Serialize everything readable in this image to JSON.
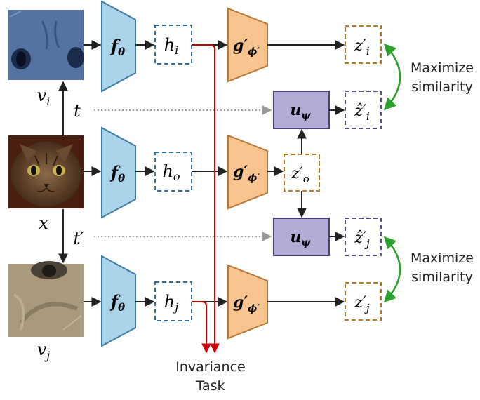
{
  "colors": {
    "encoder_fill": "#a9d4ea",
    "encoder_stroke": "#3e7da3",
    "projector_fill": "#f7c48f",
    "projector_stroke": "#b57633",
    "predictor_fill": "#b3aad6",
    "predictor_stroke": "#4b3f7f",
    "rep_dash": "#2f6f9a",
    "proj_dash": "#b97a1f",
    "pred_dash": "#5a4d8a",
    "invariance_arrow": "#cc0000",
    "similarity_arrow": "#2aa12a",
    "transform_arrow": "#999999",
    "arrow": "#222222"
  },
  "icons": {
    "view_i": "cat-closeup-blue-tint-image",
    "original": "cat-face-photo",
    "view_j": "cat-closeup-beige-tint-image"
  },
  "views": {
    "v_i": "v",
    "v_i_sub": "i",
    "x": "x",
    "v_j": "v",
    "v_j_sub": "j"
  },
  "transforms": {
    "t": "t",
    "t_prime": "t′"
  },
  "encoder": {
    "symbol": "f",
    "sub": "θ"
  },
  "representations": {
    "h": "h",
    "sub_i": "i",
    "sub_o": "o",
    "sub_j": "j"
  },
  "projector": {
    "symbol": "g′",
    "sub": "ϕ′"
  },
  "predictor": {
    "symbol": "u",
    "sub": "ψ"
  },
  "embeddings": {
    "z_prime": "z′",
    "z_hat_prime": "ẑ′",
    "sub_i": "i",
    "sub_o": "o",
    "sub_j": "j"
  },
  "labels": {
    "maximize_top_1": "Maximize",
    "maximize_top_2": "similarity",
    "maximize_bottom_1": "Maximize",
    "maximize_bottom_2": "similarity",
    "invariance_1": "Invariance",
    "invariance_2": "Task"
  }
}
